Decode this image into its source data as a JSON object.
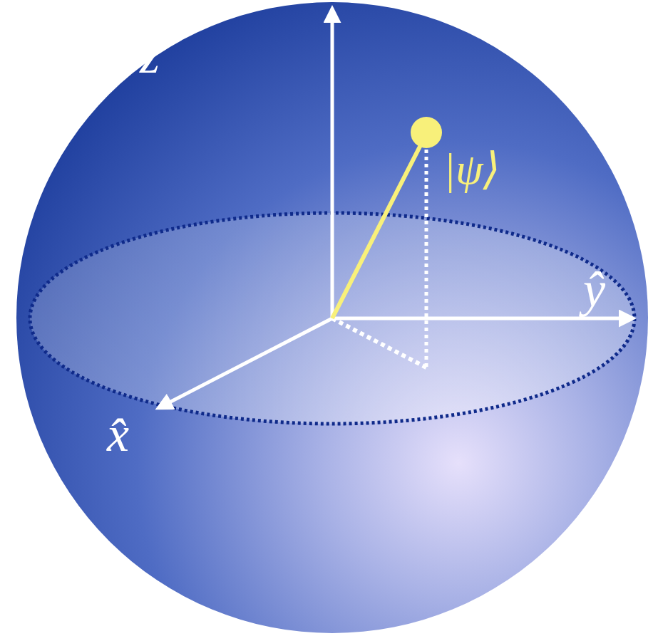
{
  "diagram": {
    "labels": [
      "ẑ",
      "ŷ",
      "x̂",
      "|ψ⟩"
    ]
  }
}
